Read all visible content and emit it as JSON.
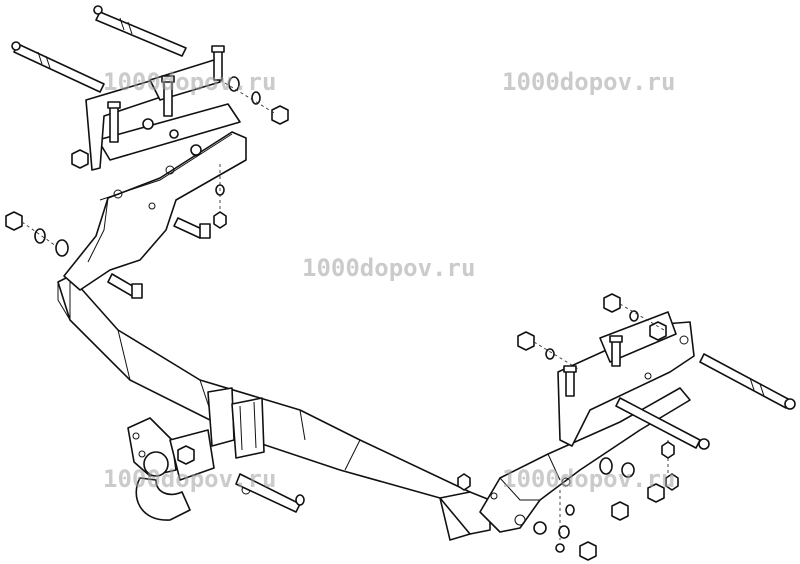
{
  "watermarks": [
    {
      "id": "wm1",
      "text": "1000dopov.ru"
    },
    {
      "id": "wm2",
      "text": "1000dopov.ru"
    },
    {
      "id": "wm3",
      "text": "1000dopov.ru"
    },
    {
      "id": "wm4",
      "text": "1000dopov.ru"
    },
    {
      "id": "wm5",
      "text": "1000dopov.ru"
    }
  ],
  "colors": {
    "line": "#111111",
    "background": "#ffffff",
    "watermark": "#a0a0a0"
  }
}
